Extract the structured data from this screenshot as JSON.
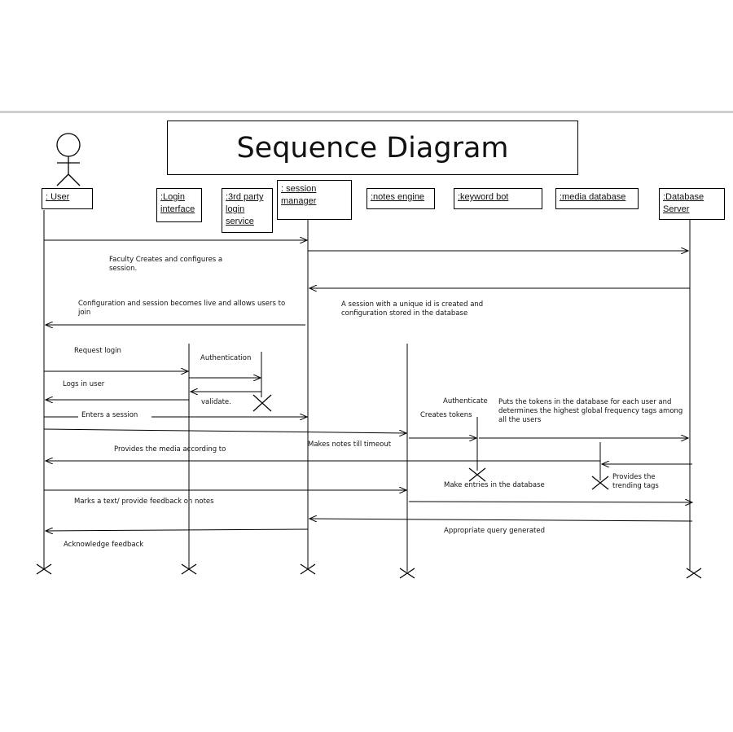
{
  "title": "Sequence Diagram",
  "lifelines": {
    "user": ": User",
    "login": ":Login interface",
    "third_party": ":3rd party login service",
    "session_manager": ": session manager",
    "notes_engine": ":notes engine",
    "keyword_bot": ":keyword bot",
    "media_database": ":media database",
    "database_server": ":Database Server"
  },
  "messages": {
    "m1": "Faculty Creates and configures a session.",
    "m2": "A session with a unique id is created and configuration stored in the database",
    "m3": "Configuration and session becomes live and allows users to join",
    "m4": "Request login",
    "m5": "Authentication",
    "m6": "Logs in user",
    "m7": "validate.",
    "m8": "Enters a session",
    "m9": "Authenticate",
    "m10": "Creates tokens",
    "m11": "Puts the tokens in the database for each user and determines the highest global frequency tags among all the users",
    "m12": "Makes notes till timeout",
    "m13": "Provides the media according to",
    "m14": "Provides the trending tags",
    "m15": "Make entries in the database",
    "m16": "Marks a text/ provide feedback on notes",
    "m17": "Appropriate query generated",
    "m18": "Acknowledge feedback"
  }
}
